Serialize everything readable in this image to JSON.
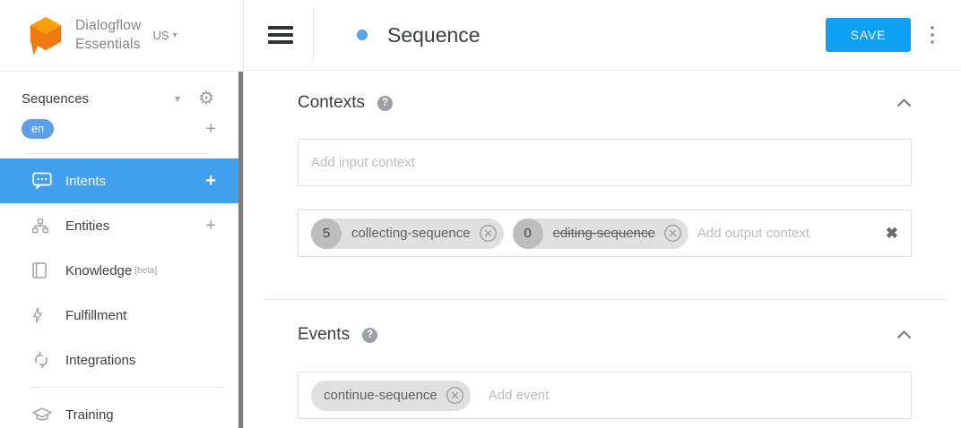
{
  "brand": {
    "line1": "Dialogflow",
    "line2": "Essentials",
    "region": "US"
  },
  "sidebar": {
    "agent_name": "Sequences",
    "language_badge": "en",
    "items": [
      {
        "label": "Intents",
        "icon": "chat-bubble-icon",
        "active": true,
        "add": "+"
      },
      {
        "label": "Entities",
        "icon": "sitemap-icon",
        "active": false,
        "add": "+"
      },
      {
        "label": "Knowledge",
        "suffix": "[beta]",
        "icon": "book-icon",
        "active": false
      },
      {
        "label": "Fulfillment",
        "icon": "lightning-icon",
        "active": false
      },
      {
        "label": "Integrations",
        "icon": "sync-icon",
        "active": false
      },
      {
        "label": "Training",
        "icon": "graduation-cap-icon",
        "active": false
      }
    ]
  },
  "header": {
    "title": "Sequence",
    "save_label": "SAVE"
  },
  "sections": {
    "contexts": {
      "title": "Contexts",
      "input_context_placeholder": "Add input context",
      "output_context_placeholder": "Add output context",
      "output_contexts": [
        {
          "lifespan": "5",
          "name": "collecting-sequence",
          "strikethrough": false
        },
        {
          "lifespan": "0",
          "name": "editing-sequence",
          "strikethrough": true
        }
      ]
    },
    "events": {
      "title": "Events",
      "event_placeholder": "Add event",
      "events": [
        {
          "name": "continue-sequence"
        }
      ]
    }
  },
  "icons": {
    "gear": "⚙",
    "caret_down": "▾",
    "plus": "+",
    "clear": "✖",
    "help": "?"
  },
  "colors": {
    "active_item_blue": "#42a1ee",
    "save_button_blue": "#0da0f4",
    "language_badge_blue": "#5d9fe8",
    "intent_dot_blue": "#5b9ff0",
    "logo_orange_top": "#ff9d0b",
    "logo_orange_body": "#ef7a12",
    "chip_gray": "#e0e0e0",
    "chip_lifespan_gray": "#bdbdbd"
  }
}
